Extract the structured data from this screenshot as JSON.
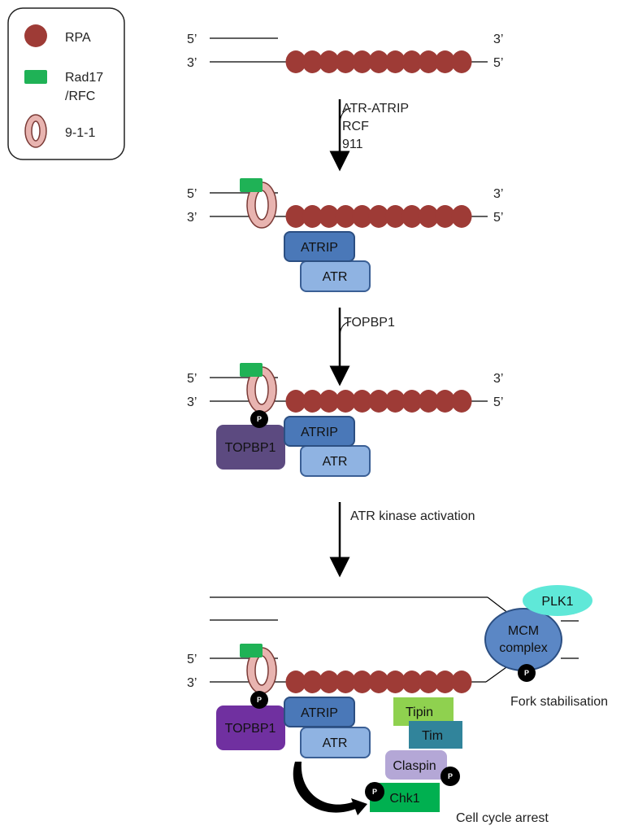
{
  "legend": {
    "rpa": "RPA",
    "rad17_line1": "Rad17",
    "rad17_line2": "/RFC",
    "nine11": "9-1-1"
  },
  "strand_labels": {
    "five_prime": "5’",
    "three_prime": "3’"
  },
  "arrows": {
    "step1_line1": "ATR-ATRIP",
    "step1_line2": "RCF",
    "step1_line3": "911",
    "step2": "TOPBP1",
    "step3": "ATR kinase activation"
  },
  "proteins": {
    "atrip": "ATRIP",
    "atr": "ATR",
    "topbp1": "TOPBP1",
    "plk1": "PLK1",
    "mcm_line1": "MCM",
    "mcm_line2": "complex",
    "tipin": "Tipin",
    "tim": "Tim",
    "claspin": "Claspin",
    "chk1": "Chk1",
    "phospho": "P"
  },
  "outcomes": {
    "fork": "Fork stabilisation",
    "arrest": "Cell cycle arrest"
  },
  "colors": {
    "rpa": "#9e3b36",
    "rad17": "#1fb256",
    "nine11_fill": "#e8b4b0",
    "nine11_stroke": "#7a3a36",
    "atrip": "#4a78b8",
    "atr": "#8fb3e2",
    "topbp1_a": "#5c4a80",
    "topbp1_b": "#7030a0",
    "plk1": "#5fe8d8",
    "mcm": "#5b87c5",
    "tipin": "#8fd14f",
    "tim": "#31849b",
    "claspin": "#b4a7d6",
    "chk1": "#00b050"
  }
}
